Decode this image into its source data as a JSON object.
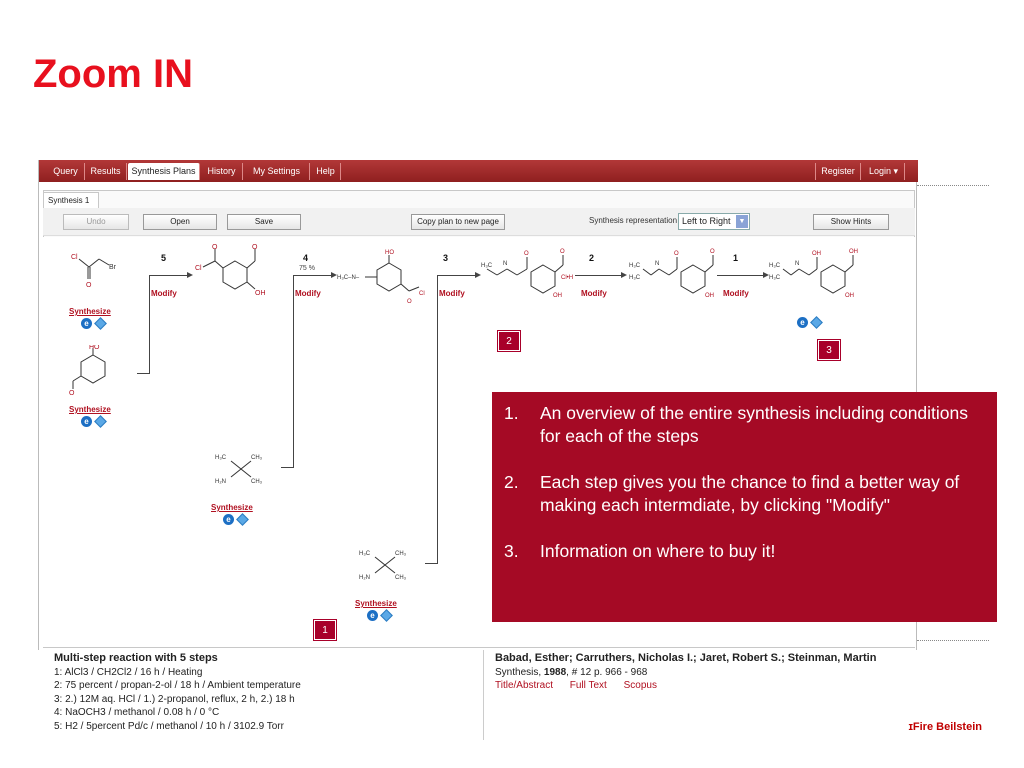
{
  "slide": {
    "title": "Zoom IN"
  },
  "menubar": {
    "tabs": [
      {
        "label": "Query"
      },
      {
        "label": "Results"
      },
      {
        "label": "Synthesis Plans"
      },
      {
        "label": "History"
      },
      {
        "label": "My Settings"
      },
      {
        "label": "Help"
      }
    ],
    "register": "Register",
    "login": "Login ▾"
  },
  "subtab": "Synthesis 1",
  "toolbar": {
    "undo": "Undo",
    "open": "Open",
    "save": "Save",
    "copy_plan": "Copy plan to new page",
    "representation_label": "Synthesis representation",
    "representation_value": "Left to Right",
    "show_hints": "Show Hints"
  },
  "canvas": {
    "synthesize_label": "Synthesize",
    "modify_label": "Modify",
    "steps": [
      "5",
      "4",
      "3",
      "2",
      "1"
    ],
    "yield": "75 %"
  },
  "badges": [
    "1",
    "2",
    "3"
  ],
  "callout": {
    "items": [
      {
        "num": "1.",
        "text": "An overview of the entire synthesis including conditions for each of the steps"
      },
      {
        "num": "2.",
        "text": "Each step gives you the chance to find a better way of making each intermdiate, by clicking \"Modify\""
      },
      {
        "num": "3.",
        "text": "Information on where to buy it!"
      }
    ]
  },
  "reaction": {
    "heading": "Multi-step reaction with 5 steps",
    "lines": [
      "1: AlCl3 / CH2Cl2 / 16 h / Heating",
      "2: 75 percent / propan-2-ol / 18 h / Ambient temperature",
      "3: 2.) 12M aq. HCl / 1.) 2-propanol, reflux, 2 h, 2.) 18 h",
      "4: NaOCH3 / methanol / 0.08 h / 0 °C",
      "5: H2 / 5percent Pd/c / methanol / 10 h / 3102.9 Torr"
    ]
  },
  "citation": {
    "authors": "Babad, Esther; Carruthers, Nicholas I.; Jaret, Robert S.; Steinman, Martin",
    "journal": "Synthesis,",
    "year": "1988",
    "issue": ",  # 12  p. 966 - 968",
    "links": [
      "Title/Abstract",
      "Full Text",
      "Scopus"
    ]
  },
  "footer": {
    "brand": "ɪFire Beilstein"
  }
}
